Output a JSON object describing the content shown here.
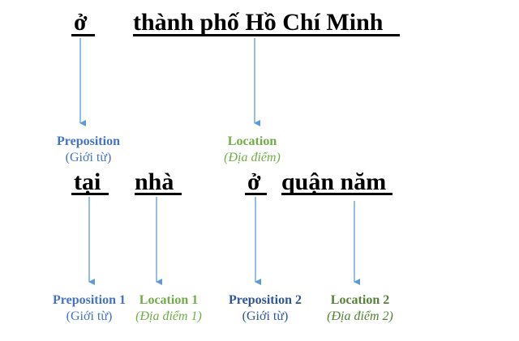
{
  "colors": {
    "text": "#000000",
    "arrow": "#5b9bd5",
    "preposition": "#4472c4",
    "preposition_dark": "#2f5597",
    "location": "#70ad47",
    "location_dark": "#548235",
    "gloss": "#4472c4"
  },
  "sentence1": {
    "word1": "ở",
    "word2": "thành phố Hồ Chí Minh"
  },
  "sentence1_labels": {
    "preposition": {
      "label": "Preposition",
      "gloss": "(Giới từ)"
    },
    "location": {
      "label": "Location",
      "gloss": "(Địa điểm)"
    }
  },
  "sentence2": {
    "word1": "tại",
    "word2": "nhà",
    "word3": "ở",
    "word4": "quận năm"
  },
  "sentence2_labels": {
    "preposition1": {
      "label": "Preposition 1",
      "gloss": "(Giới từ)"
    },
    "location1": {
      "label": "Location 1",
      "gloss": "(Địa điểm 1)"
    },
    "preposition2": {
      "label": "Preposition 2",
      "gloss": "(Giới từ)"
    },
    "location2": {
      "label": "Location 2",
      "gloss": "(Địa điểm 2)"
    }
  }
}
